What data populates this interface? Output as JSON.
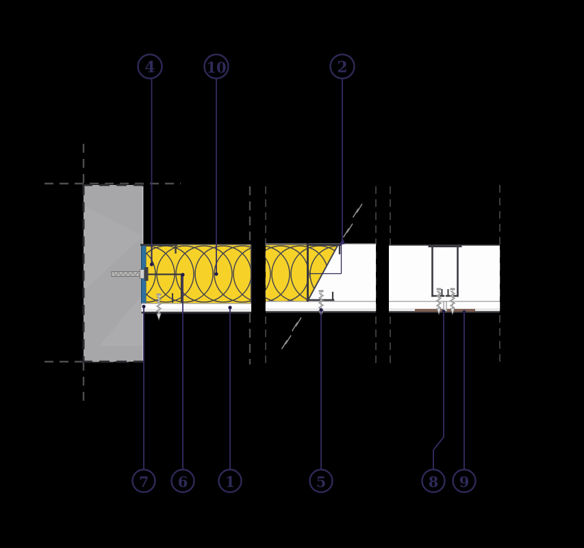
{
  "drawing": {
    "kind": "ceiling-wall-junction-detail",
    "callouts": {
      "top": [
        {
          "label": "4"
        },
        {
          "label": "10"
        },
        {
          "label": "2"
        }
      ],
      "bottom": [
        {
          "label": "7"
        },
        {
          "label": "6"
        },
        {
          "label": "1"
        },
        {
          "label": "5"
        },
        {
          "label": "8"
        },
        {
          "label": "9"
        }
      ]
    },
    "colors": {
      "background": "#000000",
      "callout": "#2e2a58",
      "leader": "#352d63",
      "leader_dot": "#221d49",
      "insulation": "#f6d229",
      "hatch": "#44444c",
      "wall": "#a7a7a9",
      "wall_edge_light": "#d8d8d8",
      "sealant_strip": "#2f6e9e",
      "panel": "#fdfdfd",
      "panel_shade": "#e9e9e9",
      "joint_filler": "#7d5f50"
    }
  }
}
